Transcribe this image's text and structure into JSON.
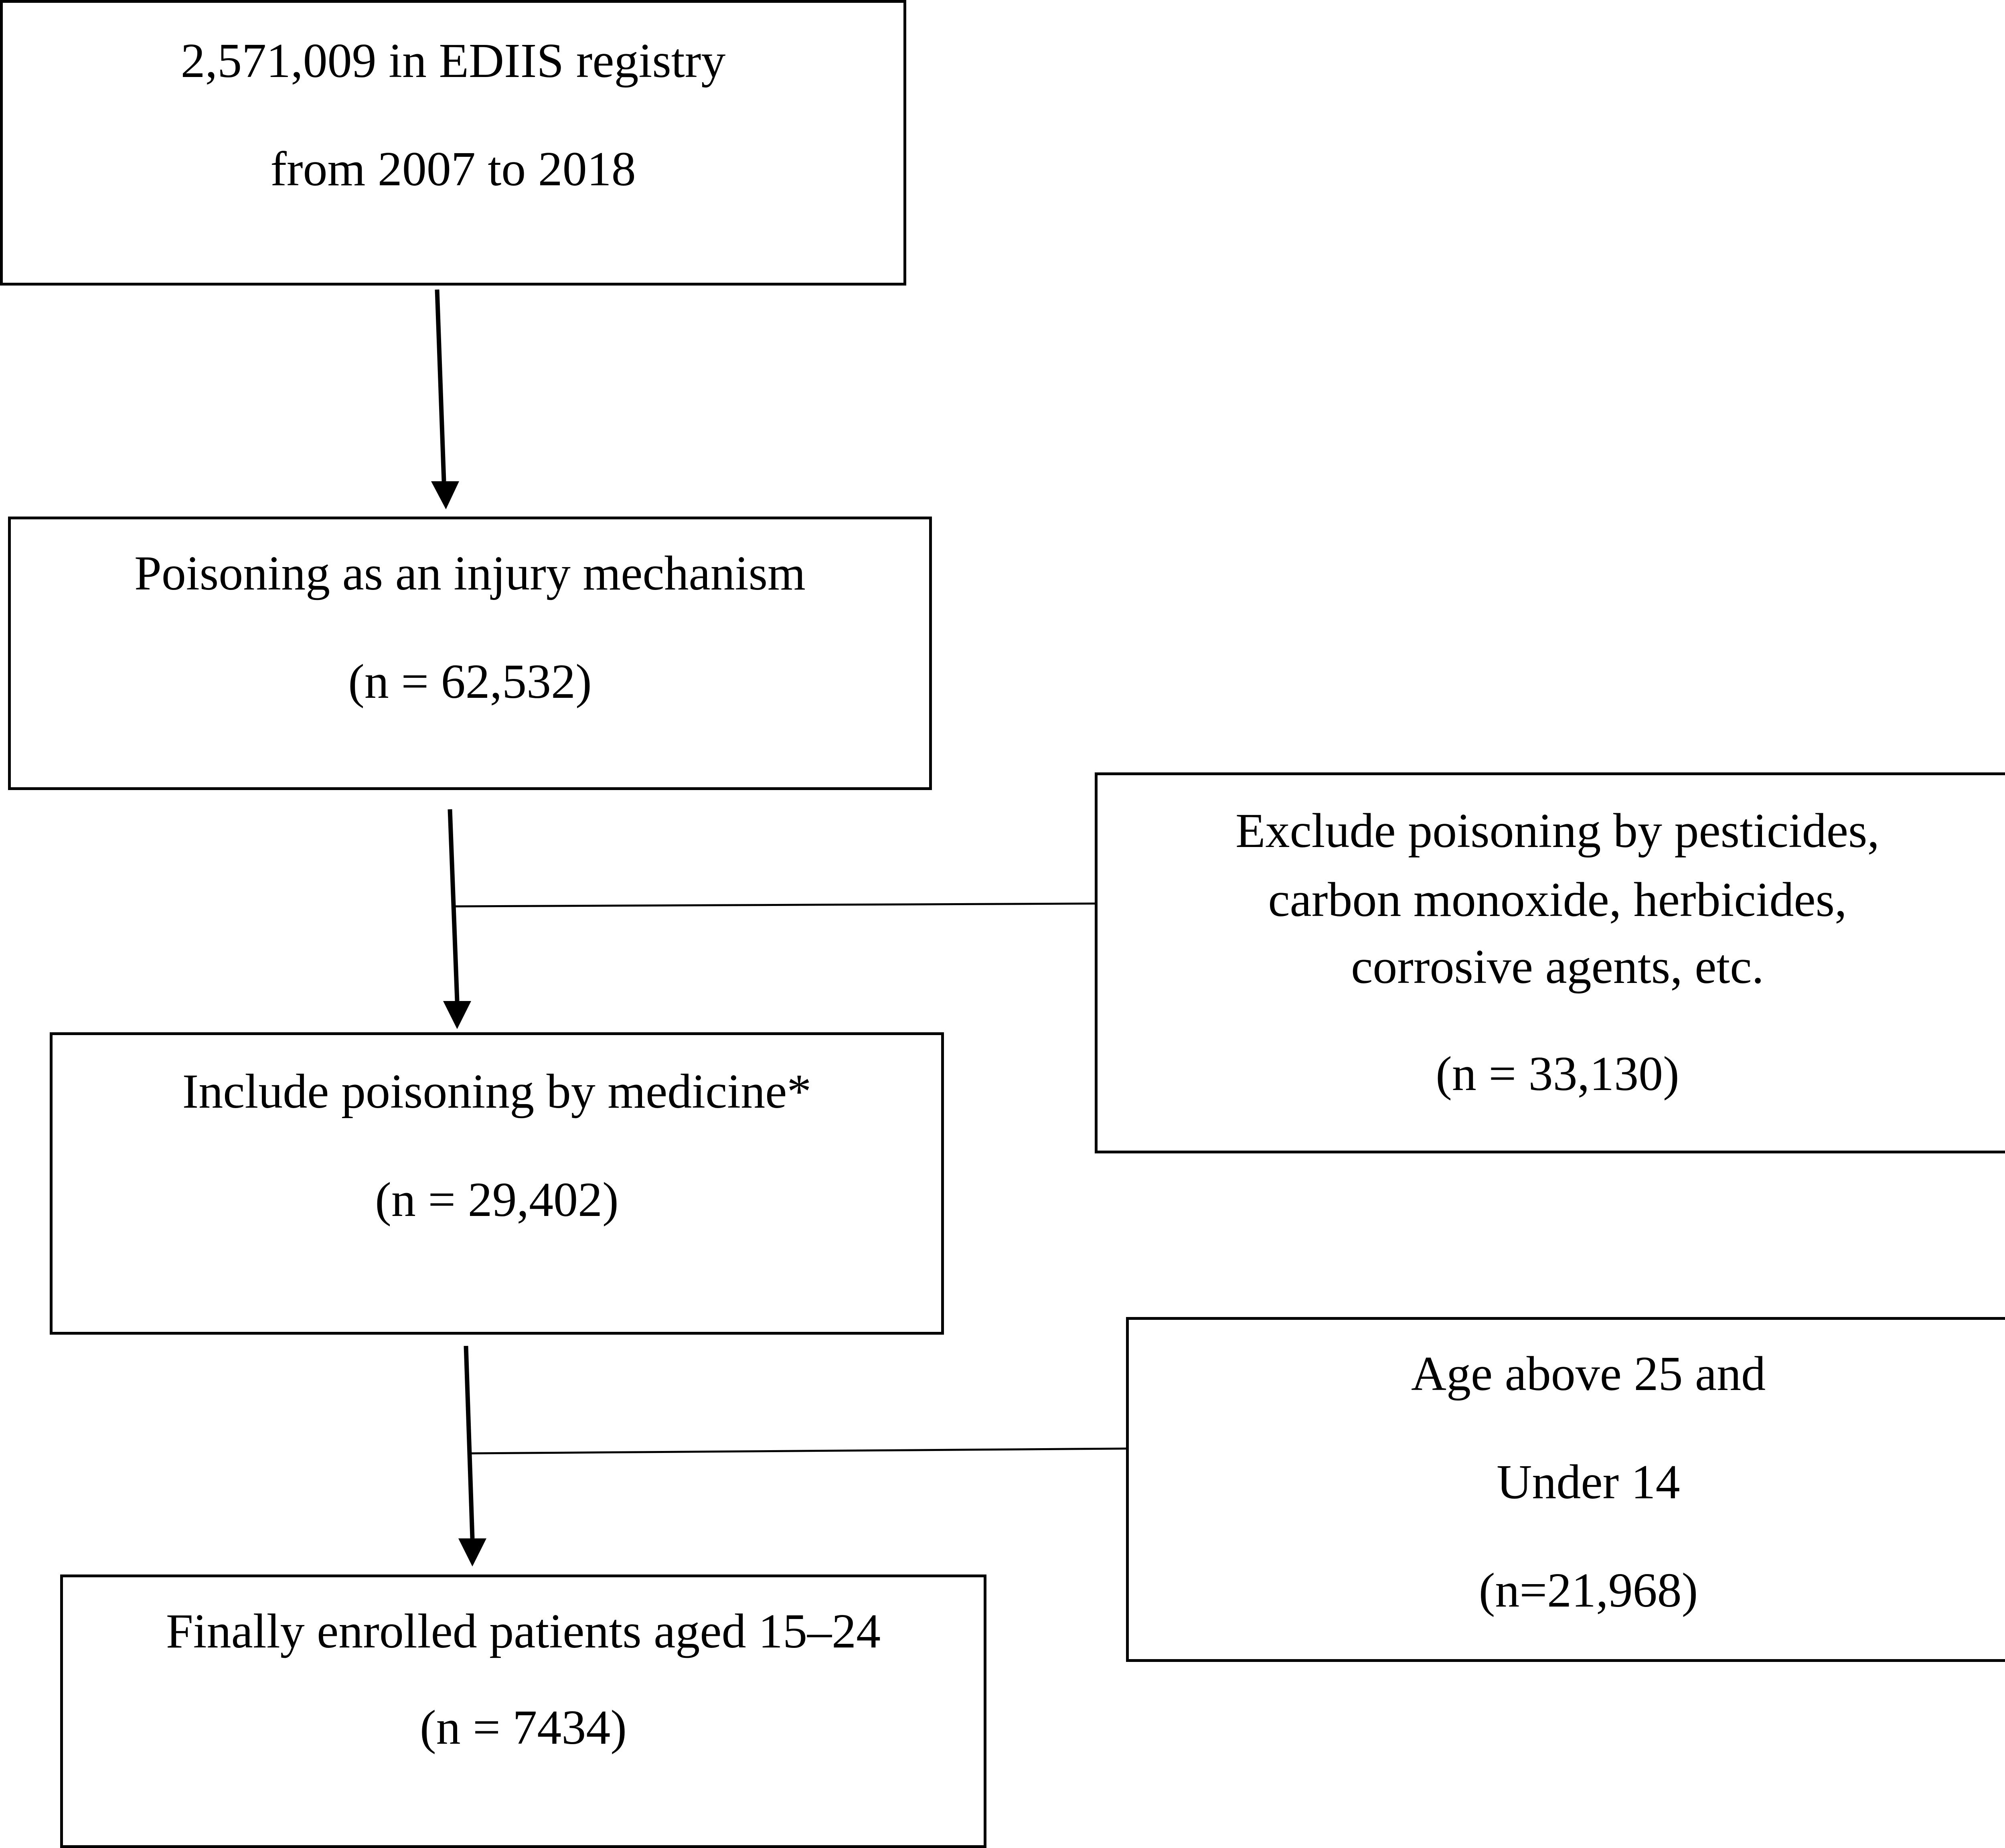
{
  "flowchart": {
    "boxes": [
      {
        "id": "registry",
        "lines": [
          "2,571,009 in EDIIS registry",
          "from 2007 to 2018"
        ]
      },
      {
        "id": "poisoning",
        "lines": [
          "Poisoning as an injury mechanism",
          "(n = 62,532)"
        ]
      },
      {
        "id": "exclude",
        "lines": [
          "Exclude poisoning by pesticides,",
          "carbon monoxide, herbicides,",
          "corrosive agents, etc.",
          "(n = 33,130)"
        ]
      },
      {
        "id": "medicine",
        "lines": [
          "Include poisoning by medicine*",
          "(n = 29,402)"
        ]
      },
      {
        "id": "age",
        "lines": [
          "Age above 25 and",
          "Under 14",
          "(n=21,968)"
        ]
      },
      {
        "id": "enrolled",
        "lines": [
          "Finally enrolled patients aged 15–24",
          "(n = 7434)"
        ]
      }
    ],
    "connections": [
      {
        "from": "registry",
        "to": "poisoning",
        "kind": "arrow"
      },
      {
        "from": "poisoning",
        "to": "medicine",
        "kind": "arrow"
      },
      {
        "from": "medicine",
        "to": "enrolled",
        "kind": "arrow"
      },
      {
        "from": "exclude",
        "to": "poisoning-medicine-arrow",
        "kind": "branch-line"
      },
      {
        "from": "age",
        "to": "medicine-enrolled-arrow",
        "kind": "branch-line"
      }
    ]
  }
}
